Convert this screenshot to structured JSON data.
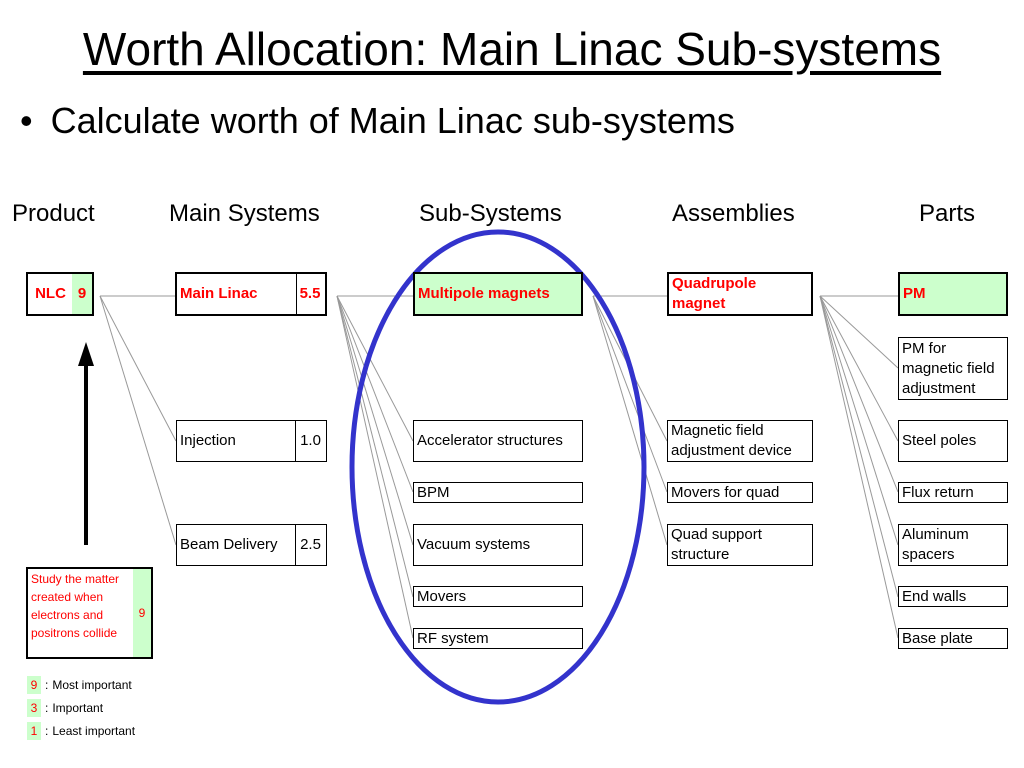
{
  "title": "Worth Allocation:  Main Linac Sub-systems",
  "bullet": "Calculate worth of Main Linac sub-systems",
  "columns": [
    "Product",
    "Main Systems",
    "Sub-Systems",
    "Assemblies",
    "Parts"
  ],
  "product": {
    "name": "NLC",
    "value": "9"
  },
  "main_systems": [
    {
      "name": "Main Linac",
      "value": "5.5"
    },
    {
      "name": "Injection",
      "value": "1.0"
    },
    {
      "name": "Beam Delivery",
      "value": "2.5"
    }
  ],
  "sub_systems": [
    "Multipole magnets",
    "Accelerator structures",
    "BPM",
    "Vacuum systems",
    "Movers",
    "RF system"
  ],
  "assemblies": [
    "Quadrupole magnet",
    "Magnetic field adjustment device",
    "Movers for quad",
    "Quad support structure"
  ],
  "parts": [
    "PM",
    "PM for magnetic field adjustment",
    "Steel poles",
    "Flux return",
    "Aluminum spacers",
    "End walls",
    "Base plate"
  ],
  "goal": {
    "text": "Study the matter  created when electrons and positrons collide",
    "value": "9"
  },
  "legend": [
    {
      "num": "9",
      "label": "Most important"
    },
    {
      "num": "3",
      "label": "Important"
    },
    {
      "num": "1",
      "label": "Least important"
    }
  ],
  "colors": {
    "highlight": "#ccffcc",
    "emphasis": "#ff0000",
    "ellipse": "#3333cc"
  }
}
